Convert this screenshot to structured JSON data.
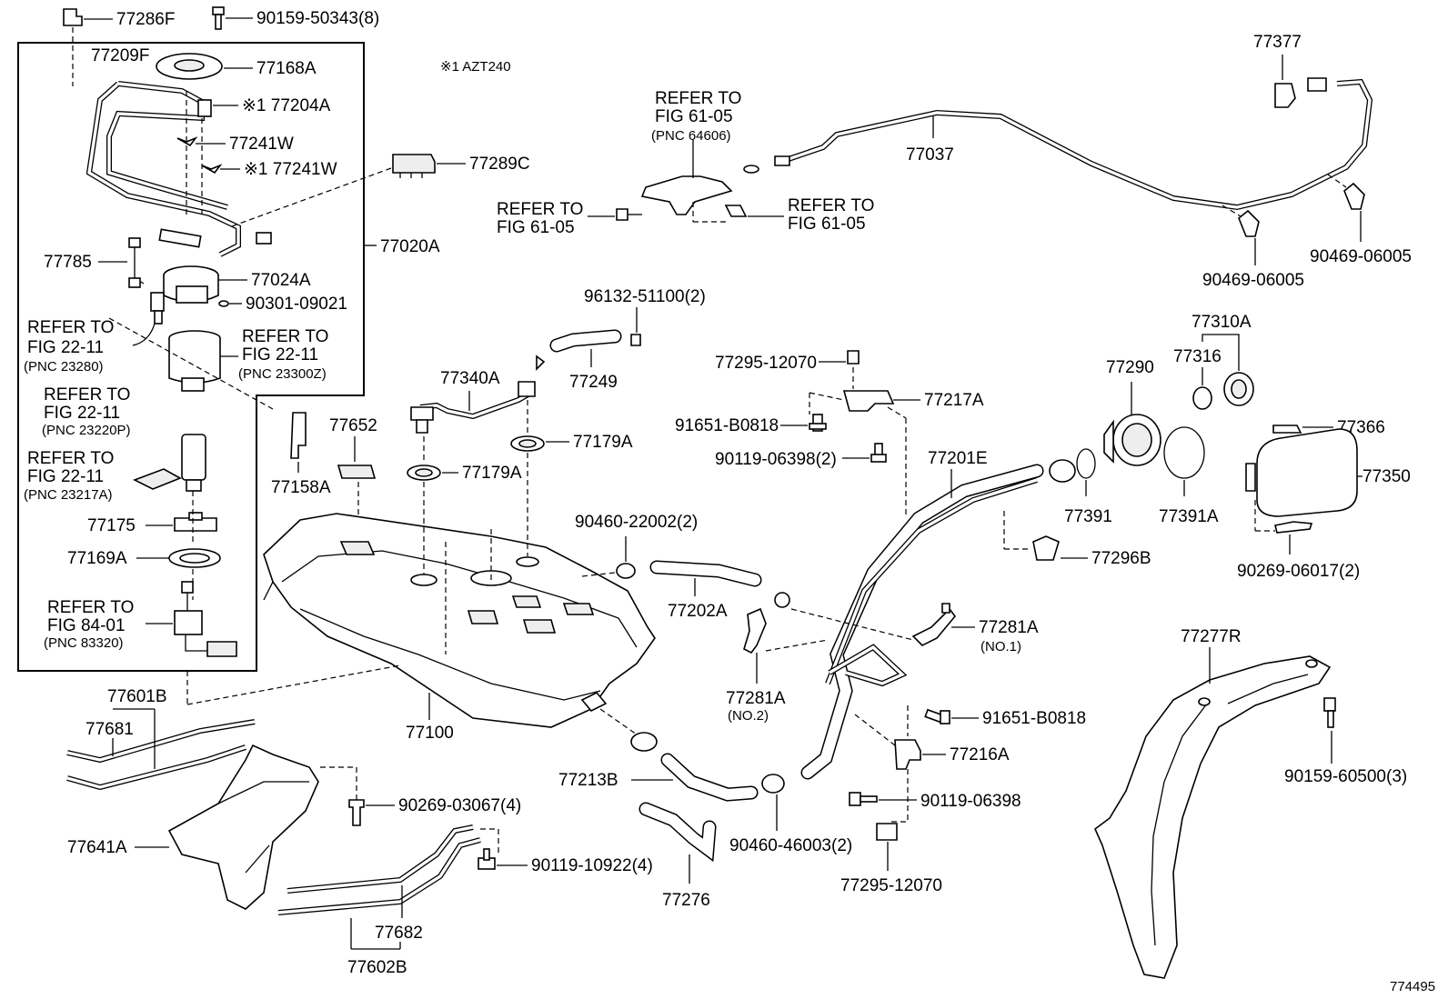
{
  "note": "※1 AZT240",
  "image_code": "774495",
  "labels": {
    "l77286F": "77286F",
    "l90159_50343": "90159-50343(8)",
    "l77209F": "77209F",
    "l77168A": "77168A",
    "l77204A": "※1 77204A",
    "l77241W": "77241W",
    "l77241W_2": "※1 77241W",
    "l77289C": "77289C",
    "l77785": "77785",
    "l77020A": "77020A",
    "l77024A": "77024A",
    "l90301": "90301-09021",
    "l77158A": "77158A",
    "l77652": "77652",
    "l77175": "77175",
    "l77169A": "77169A",
    "l77601B": "77601B",
    "l77681": "77681",
    "l77641A": "77641A",
    "l77100": "77100",
    "l90269_03067": "90269-03067(4)",
    "l90119_10922": "90119-10922(4)",
    "l77682": "77682",
    "l77602B": "77602B",
    "l77340A": "77340A",
    "l77249": "77249",
    "l96132": "96132-51100(2)",
    "l77179A_1": "77179A",
    "l77179A_2": "77179A",
    "l90460_22002": "90460-22002(2)",
    "l77202A": "77202A",
    "l77213B": "77213B",
    "l77276": "77276",
    "l90460_46003": "90460-46003(2)",
    "l77295_a": "77295-12070",
    "l77217A": "77217A",
    "l91651_a": "91651-B0818",
    "l90119_06398_2": "90119-06398(2)",
    "l77201E": "77201E",
    "l77296B": "77296B",
    "l77281A_1": "77281A",
    "l77281A_1n": "(NO.1)",
    "l77281A_2": "77281A",
    "l77281A_2n": "(NO.2)",
    "l91651_b": "91651-B0818",
    "l77216A": "77216A",
    "l90119_06398": "90119-06398",
    "l77295_b": "77295-12070",
    "l77037": "77037",
    "l77377": "77377",
    "l90469_a": "90469-06005",
    "l90469_b": "90469-06005",
    "l77310A": "77310A",
    "l77316": "77316",
    "l77290": "77290",
    "l77366": "77366",
    "l77391": "77391",
    "l77391A": "77391A",
    "l77350": "77350",
    "l90269_06017": "90269-06017(2)",
    "l77277R": "77277R",
    "l90159_60500": "90159-60500(3)"
  },
  "refs": {
    "r1a": "REFER TO",
    "r1b": "FIG 22-11",
    "r1c": "(PNC 23280)",
    "r2a": "REFER TO",
    "r2b": "FIG 22-11",
    "r2c": "(PNC 23300Z)",
    "r3a": "REFER TO",
    "r3b": "FIG 22-11",
    "r3c": "(PNC 23220P)",
    "r4a": "REFER TO",
    "r4b": "FIG 22-11",
    "r4c": "(PNC 23217A)",
    "r5a": "REFER TO",
    "r5b": "FIG 84-01",
    "r5c": "(PNC 83320)",
    "r6a": "REFER TO",
    "r6b": "FIG 61-05",
    "r6c": "(PNC 64606)",
    "r7a": "REFER TO",
    "r7b": "FIG 61-05",
    "r8a": "REFER TO",
    "r8b": "FIG 61-05"
  }
}
